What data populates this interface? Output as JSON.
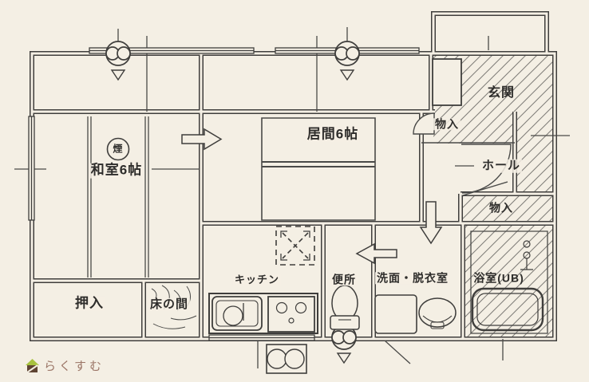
{
  "palette": {
    "paper": "#f4efe4",
    "wall_line": "#3f3e3c",
    "thin_line": "#4a4a48",
    "hatch_line": "#7d7b76",
    "watermark_text_color": "#9b7566",
    "watermark_roof_color": "#a8c23f",
    "watermark_body_color": "#5f4433"
  },
  "plan": {
    "rooms": {
      "washitsu": {
        "label": "和室6帖"
      },
      "ima": {
        "label": "居間6帖"
      },
      "genkan": {
        "label": "玄関"
      },
      "mono_entrance": {
        "label": "物入"
      },
      "hall": {
        "label": "ホール"
      },
      "mono_hall": {
        "label": "物入"
      },
      "oshiire": {
        "label": "押入"
      },
      "tokonoma": {
        "label": "床の間"
      },
      "kitchen": {
        "label": "キッチン"
      },
      "benjo": {
        "label": "便所"
      },
      "senmen": {
        "label": "洗面・脱衣室"
      },
      "yokushitsu": {
        "label": "浴室(UB)"
      }
    },
    "symbols": {
      "smoke_detector": "煙"
    }
  },
  "watermark": {
    "text": "らくすむ"
  }
}
